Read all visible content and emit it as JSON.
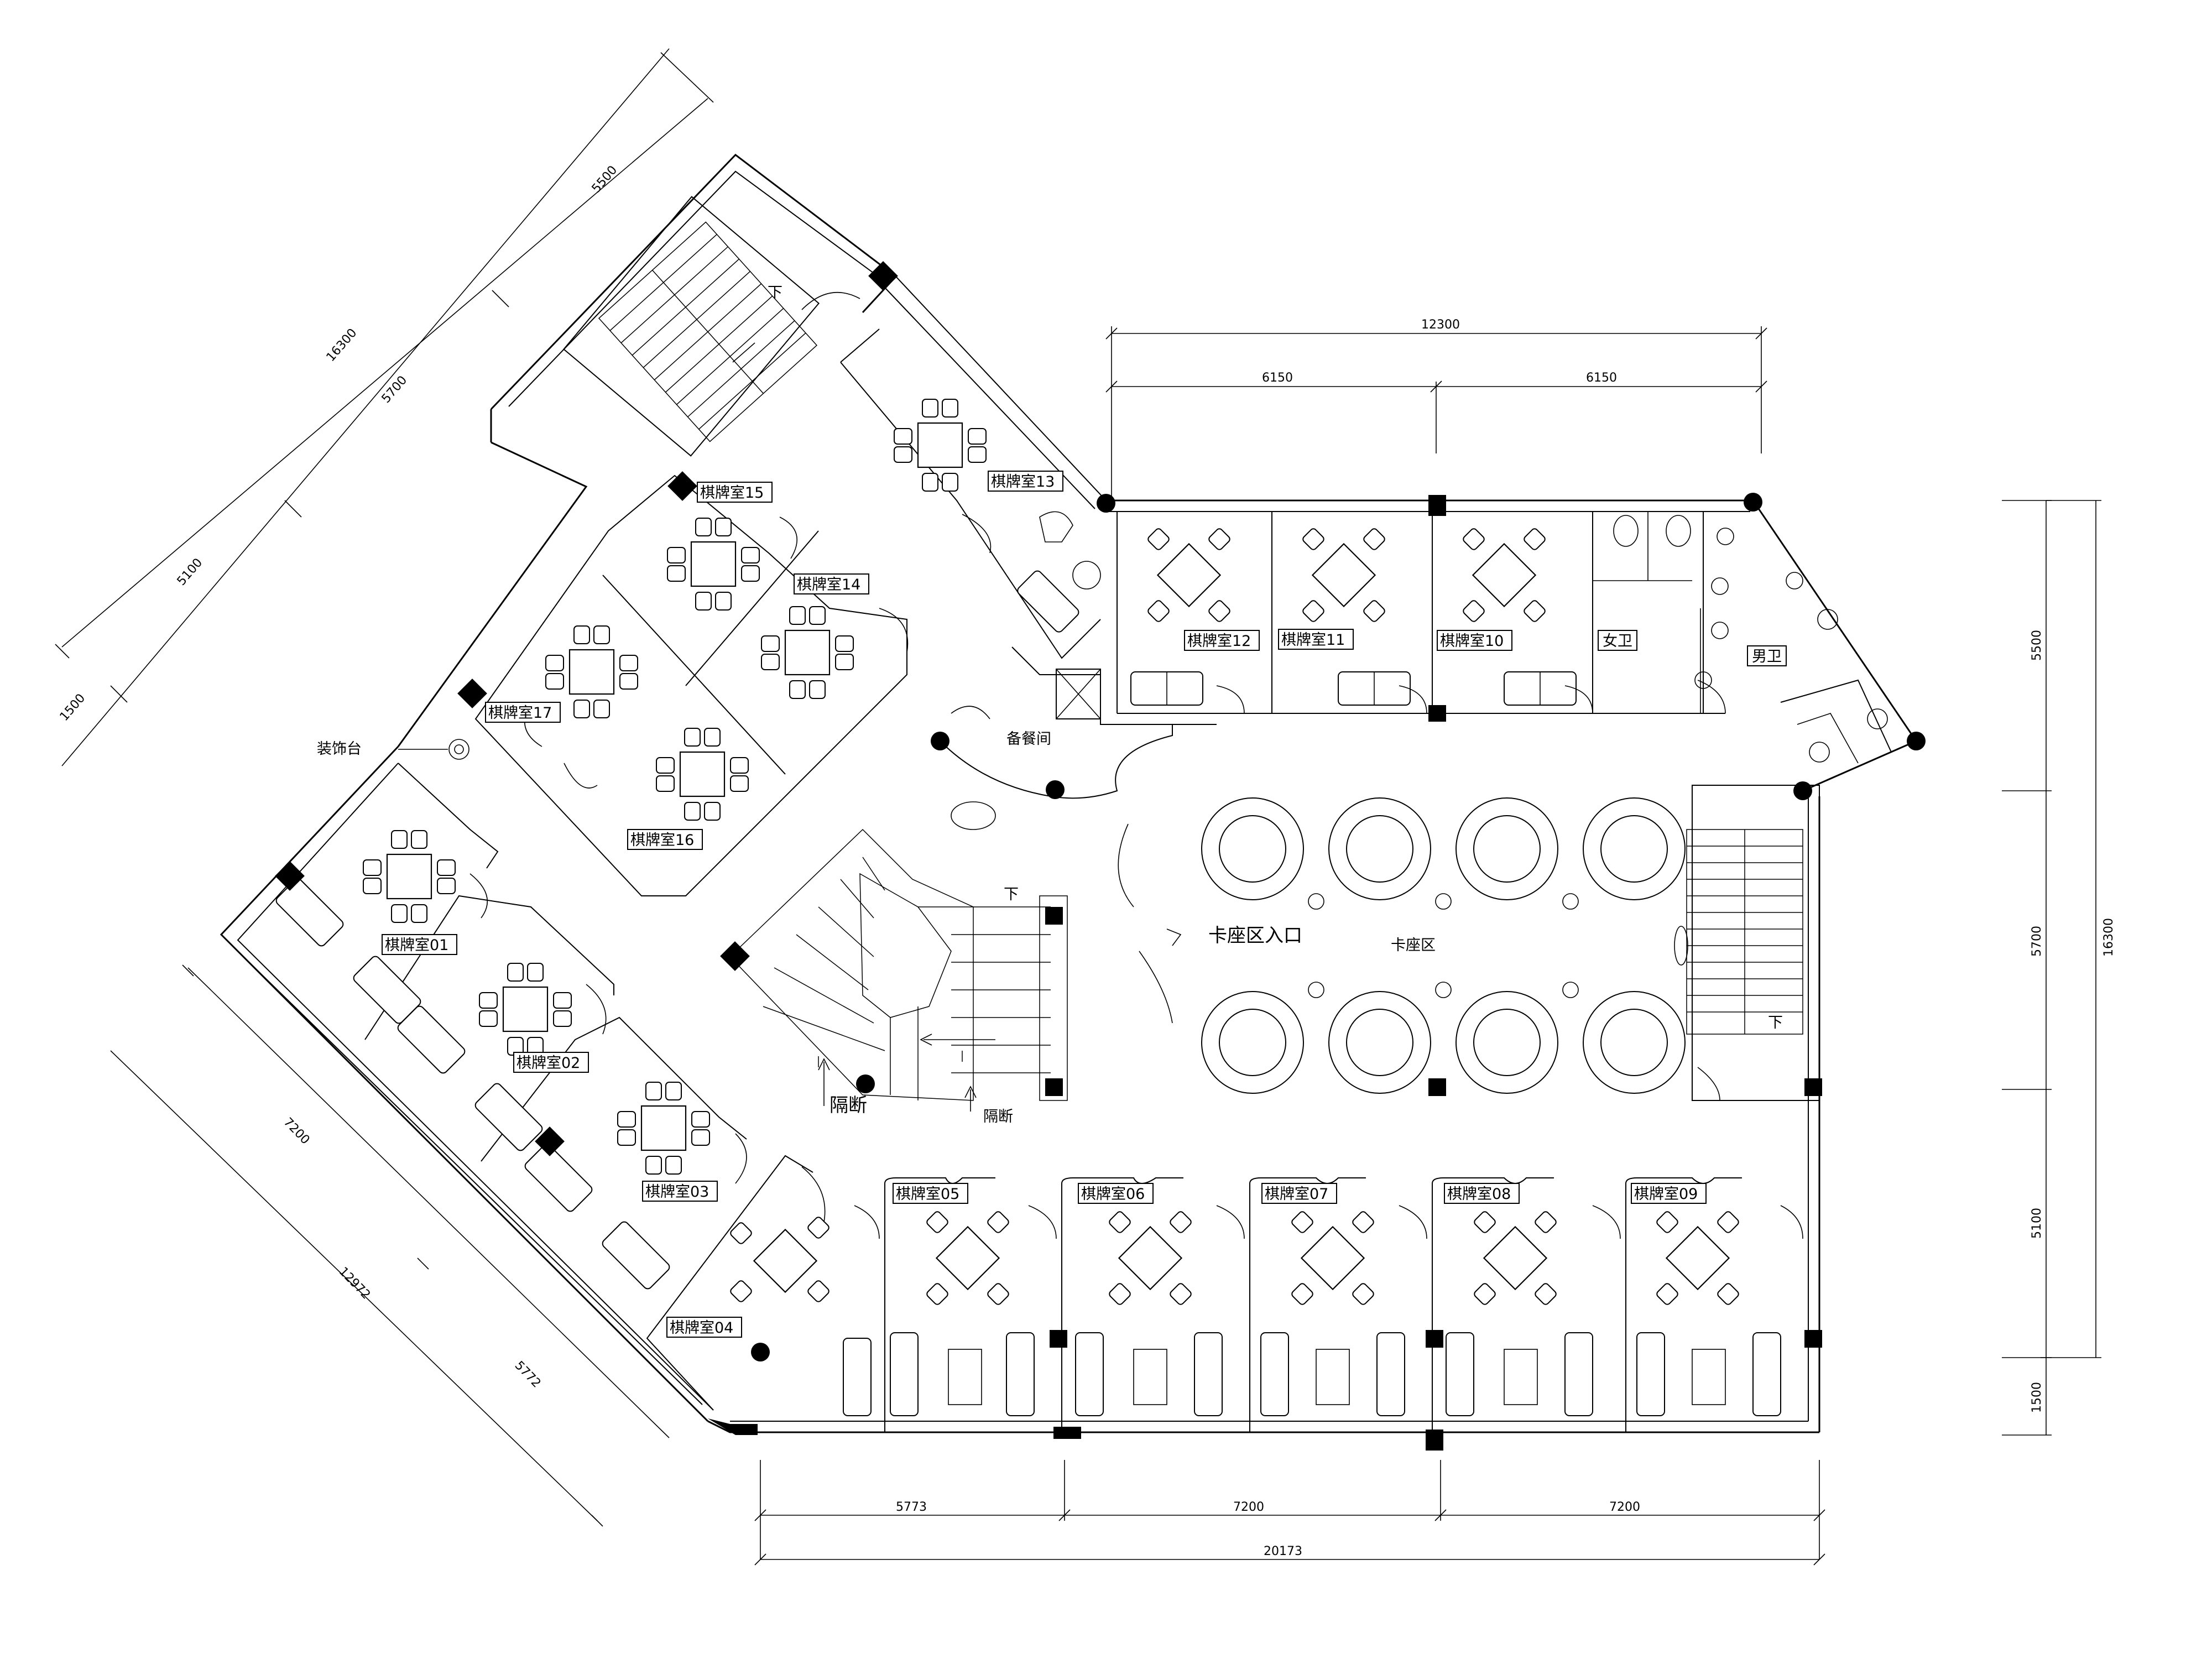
{
  "rooms": {
    "r01": "棋牌室01",
    "r02": "棋牌室02",
    "r03": "棋牌室03",
    "r04": "棋牌室04",
    "r05": "棋牌室05",
    "r06": "棋牌室06",
    "r07": "棋牌室07",
    "r08": "棋牌室08",
    "r09": "棋牌室09",
    "r10": "棋牌室10",
    "r11": "棋牌室11",
    "r12": "棋牌室12",
    "r13": "棋牌室13",
    "r14": "棋牌室14",
    "r15": "棋牌室15",
    "r16": "棋牌室16",
    "r17": "棋牌室17"
  },
  "areas": {
    "booth_entrance": "卡座区入口",
    "booth_area": "卡座区",
    "womens_restroom": "女卫",
    "mens_restroom": "男卫",
    "pantry": "备餐间",
    "decor_stand": "装饰台",
    "partition": "隔断",
    "down": "下"
  },
  "dimensions": {
    "top_total": "12300",
    "top_half": "6150",
    "right_total": "16300",
    "right_segments": [
      "5500",
      "5700",
      "5100",
      "1500"
    ],
    "bottom_total": "20173",
    "bottom_segments": [
      "5773",
      "7200",
      "7200"
    ],
    "left_diag_total": "16300",
    "left_diag_segments": [
      "5500",
      "5700",
      "5100",
      "1500"
    ],
    "lower_diag_total": "12972",
    "lower_diag_segments": [
      "7200",
      "5772"
    ]
  }
}
